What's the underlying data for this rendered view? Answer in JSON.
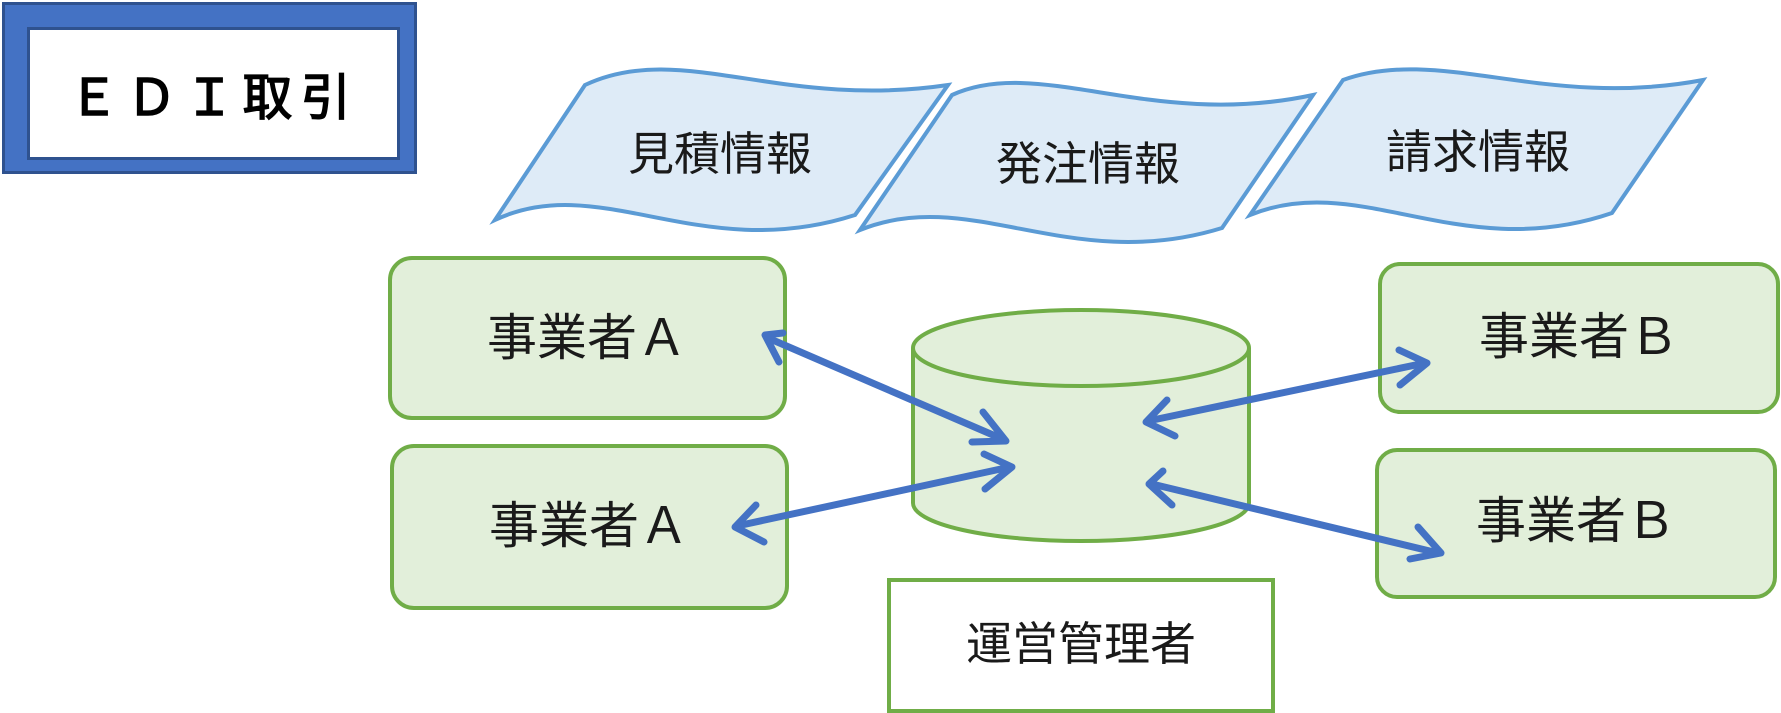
{
  "title": "ＥＤＩ取引",
  "documents": [
    {
      "label": "見積情報"
    },
    {
      "label": "発注情報"
    },
    {
      "label": "請求情報"
    }
  ],
  "parties_left": [
    {
      "label": "事業者Ａ"
    },
    {
      "label": "事業者Ａ"
    }
  ],
  "parties_right": [
    {
      "label": "事業者Ｂ"
    },
    {
      "label": "事業者Ｂ"
    }
  ],
  "admin": {
    "label": "運営管理者"
  },
  "colors": {
    "title_fill": "#4472c4",
    "title_border": "#2f528f",
    "doc_fill": "#deebf7",
    "doc_stroke": "#5b9bd5",
    "party_fill": "#e2efda",
    "party_stroke": "#70ad47",
    "arrow": "#4472c4"
  }
}
